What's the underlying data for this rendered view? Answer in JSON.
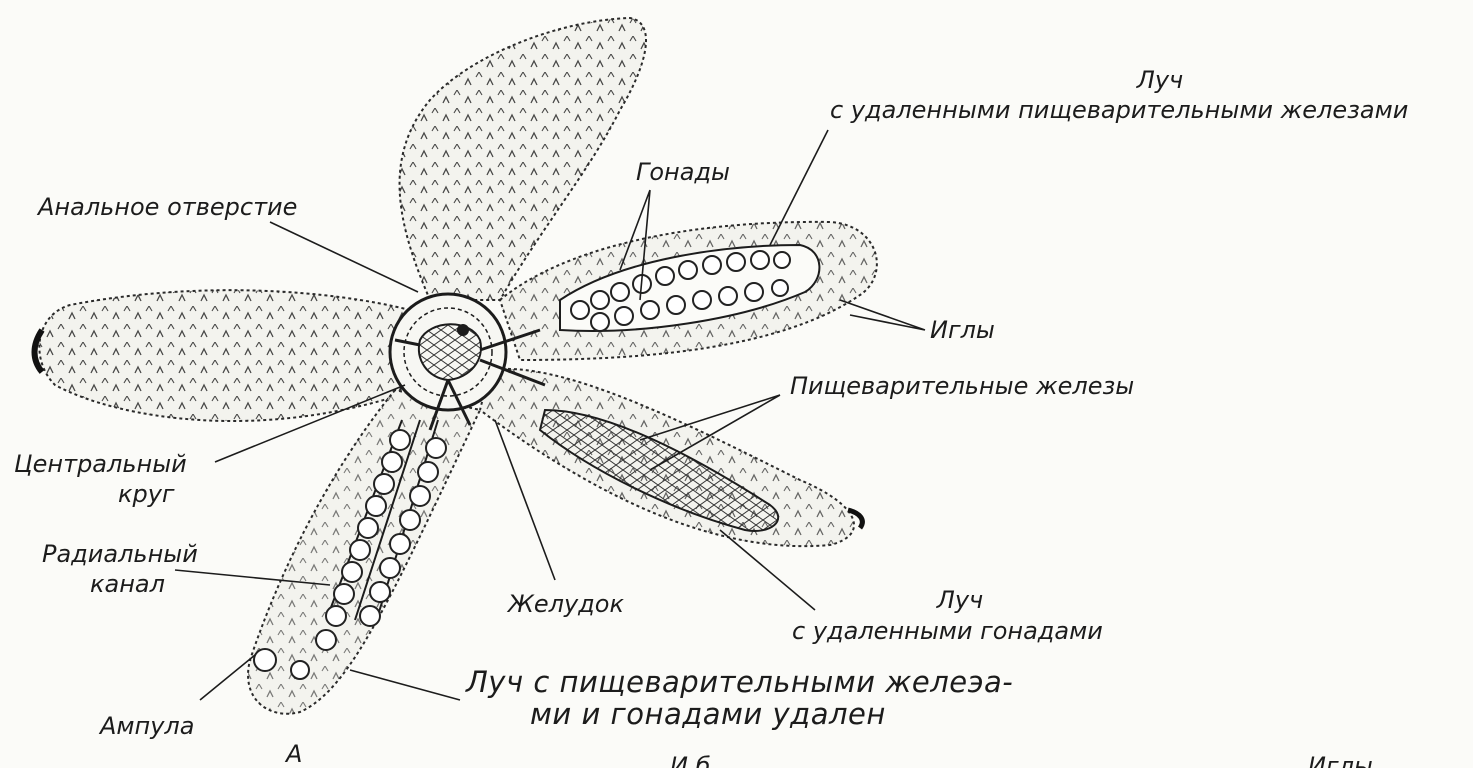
{
  "labels": {
    "ray_removed_glands_1": "Луч",
    "ray_removed_glands_2": "с удаленными пищеварительными железами",
    "gonads": "Гонады",
    "anal_opening": "Анальное отверстие",
    "spines": "Иглы",
    "digestive_glands": "Пищеварительные железы",
    "central_ring_1": "Центральный",
    "central_ring_2": "круг",
    "radial_canal_1": "Радиальный",
    "radial_canal_2": "канал",
    "stomach": "Желудок",
    "ray_removed_gonads_1": "Луч",
    "ray_removed_gonads_2": "с удаленными гонадами",
    "ray_removed_both_1": "Луч с пищеварительными желеэа-",
    "ray_removed_both_2": "ми и гонадами удален",
    "ampulla": "Ампула",
    "panel_letter": "А",
    "cut_bottom_text": "И б",
    "cut_spines": "Иглы"
  },
  "colors": {
    "ink": "#1c1c1c",
    "paper": "#fbfbf8",
    "body": "#f3f3ee"
  }
}
